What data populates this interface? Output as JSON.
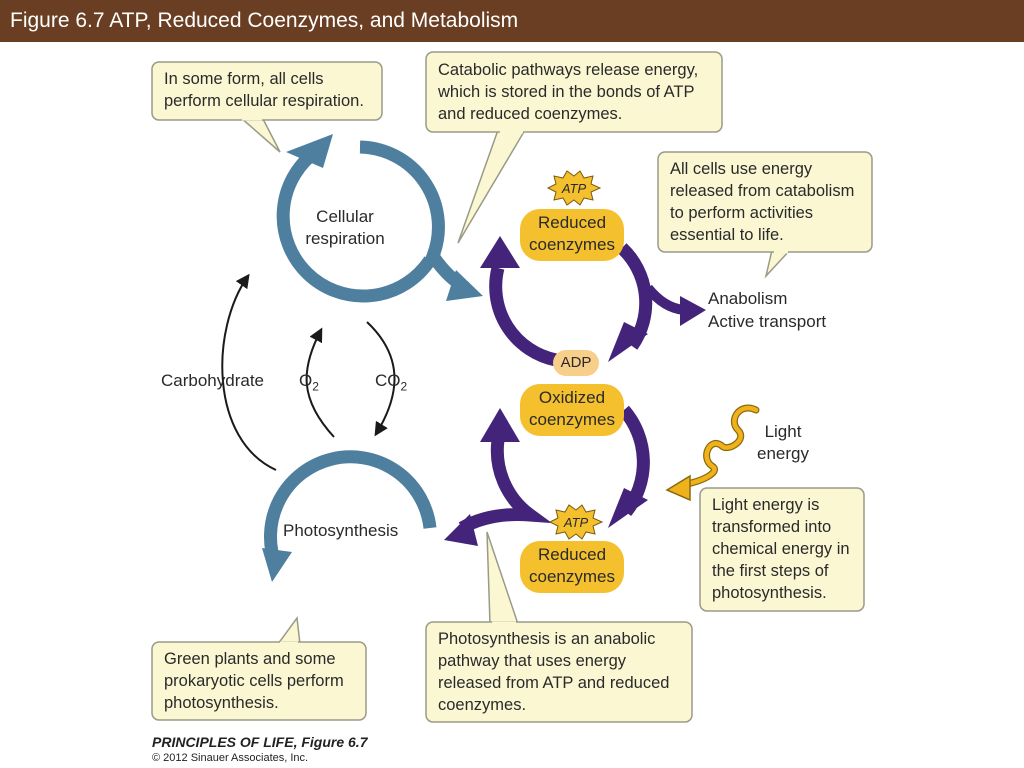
{
  "title": "Figure 6.7  ATP, Reduced Coenzymes, and Metabolism",
  "callouts": {
    "respiration": [
      "In some form, all cells",
      "perform cellular respiration."
    ],
    "catabolic": [
      "Catabolic pathways release energy,",
      "which is stored in the bonds of ATP",
      "and reduced coenzymes."
    ],
    "activities": [
      "All cells use energy",
      "released from catabolism",
      "to perform activities",
      "essential to life."
    ],
    "light_energy": [
      "Light energy is",
      "transformed into",
      "chemical energy in",
      "the first steps of",
      "photosynthesis."
    ],
    "anabolic": [
      "Photosynthesis is an anabolic",
      "pathway that uses energy",
      "released from ATP and reduced",
      "coenzymes."
    ],
    "plants": [
      "Green plants and some",
      "prokaryotic cells perform",
      "photosynthesis."
    ]
  },
  "labels": {
    "cellular_respiration": [
      "Cellular",
      "respiration"
    ],
    "photosynthesis": "Photosynthesis",
    "carbohydrate": "Carbohydrate",
    "o2": "O",
    "o2_sub": "2",
    "co2": "CO",
    "co2_sub": "2",
    "anabolism": "Anabolism",
    "active_transport": "Active transport",
    "light": "Light",
    "energy": "energy",
    "atp_top": "ATP",
    "atp_bottom": "ATP",
    "adp": "ADP",
    "reduced_top": [
      "Reduced",
      "coenzymes"
    ],
    "oxidized": [
      "Oxidized",
      "coenzymes"
    ],
    "reduced_bottom": [
      "Reduced",
      "coenzymes"
    ]
  },
  "footer": {
    "book": "PRINCIPLES OF LIFE, Figure 6.7",
    "copyright": "© 2012 Sinauer Associates, Inc."
  },
  "colors": {
    "title_bar": "#6a3e22",
    "blue_cycle": "#4f7f9e",
    "purple_cycle": "#43247a",
    "coenzyme_pill": "#f5c02e",
    "adp_pill": "#f7cf8a",
    "callout_fill": "#fbf7d3",
    "callout_border": "#9a9a88",
    "light_wave": "#f0b21a"
  }
}
